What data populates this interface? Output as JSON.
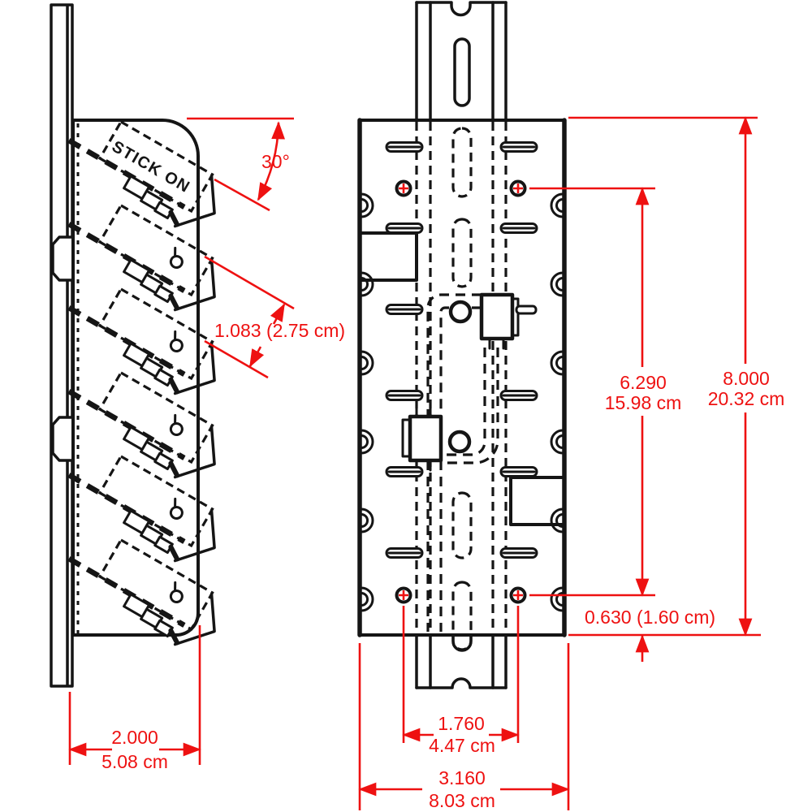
{
  "title": "Cable management mounting bracket engineering drawing",
  "colors": {
    "line": "#151515",
    "dimension_red": "#ee1111",
    "background": "#ffffff"
  },
  "side_view": {
    "label_text": "STICK ON"
  },
  "dimensions": {
    "slat_angle": "30°",
    "slat_pitch": "1.083 (2.75 cm)",
    "depth": {
      "in": "2.000",
      "cm": "5.08 cm"
    },
    "hole_span_vertical": {
      "in": "6.290",
      "cm": "15.98 cm"
    },
    "overall_height": {
      "in": "8.000",
      "cm": "20.32 cm"
    },
    "hole_to_edge": "0.630 (1.60 cm)",
    "hole_span_horizontal": {
      "in": "1.760",
      "cm": "4.47 cm"
    },
    "overall_width": {
      "in": "3.160",
      "cm": "8.03 cm"
    }
  }
}
